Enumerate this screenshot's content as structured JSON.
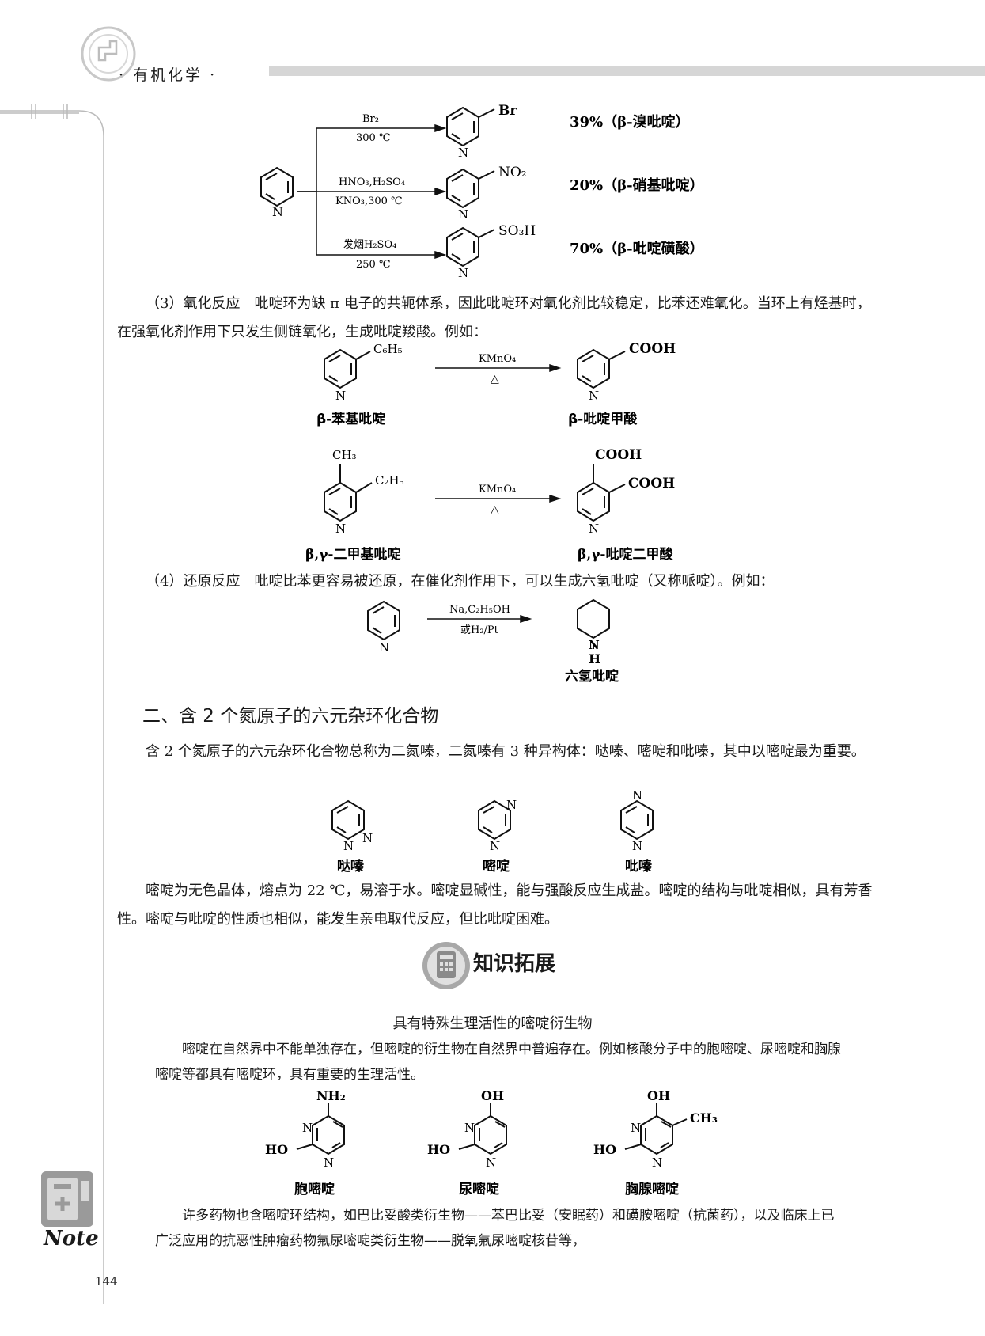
{
  "header": {
    "title": "· 有机化学 ·"
  },
  "page_number": "144",
  "note_label": "Note",
  "reaction1": {
    "conditions": [
      {
        "top": "Br₂",
        "bottom": "300 ℃"
      },
      {
        "top": "HNO₃,H₂SO₄",
        "bottom": "KNO₃,300 ℃"
      },
      {
        "top": "发烟H₂SO₄",
        "bottom": "250 ℃"
      }
    ],
    "substituents": [
      "Br",
      "NO₂",
      "SO₃H"
    ],
    "yields": [
      "39%（β-溴吡啶）",
      "20%（β-硝基吡啶）",
      "70%（β-吡啶磺酸）"
    ]
  },
  "oxidation_para": "（3）氧化反应　吡啶环为缺 π 电子的共轭体系，因此吡啶环对氧化剂比较稳定，比苯还难氧化。当环上有烃基时，在强氧化剂作用下只发生侧链氧化，生成吡啶羧酸。例如：",
  "oxidation": {
    "reagent_top": "KMnO₄",
    "reagent_bottom": "△",
    "r1_sub": "C₆H₅",
    "r1_prod_sub": "COOH",
    "r1_start_label": "β-苯基吡啶",
    "r1_prod_label": "β-吡啶甲酸",
    "r2_sub_top": "CH₃",
    "r2_sub_side": "C₂H₅",
    "r2_prod_top": "COOH",
    "r2_prod_side": "COOH",
    "r2_start_label": "β,γ-二甲基吡啶",
    "r2_prod_label": "β,γ-吡啶二甲酸"
  },
  "reduction_para": "（4）还原反应　吡啶比苯更容易被还原，在催化剂作用下，可以生成六氢吡啶（又称哌啶）。例如：",
  "reduction": {
    "reagent_top": "Na,C₂H₅OH",
    "reagent_bottom": "或H₂/Pt",
    "product_h": "H",
    "product_label": "六氢吡啶"
  },
  "section2_title": "二、含 2 个氮原子的六元杂环化合物",
  "section2_para": "含 2 个氮原子的六元杂环化合物总称为二氮嗪，二氮嗪有 3 种异构体：哒嗪、嘧啶和吡嗪，其中以嘧啶最为重要。",
  "diazines": [
    "哒嗪",
    "嘧啶",
    "吡嗪"
  ],
  "pyrimidine_para": "嘧啶为无色晶体，熔点为 22 ℃，易溶于水。嘧啶显碱性，能与强酸反应生成盐。嘧啶的结构与吡啶相似，具有芳香性。嘧啶与吡啶的性质也相似，能发生亲电取代反应，但比吡啶困难。",
  "knowledge": {
    "banner": "知识拓展",
    "title": "具有特殊生理活性的嘧啶衍生物",
    "para1": "嘧啶在自然界中不能单独存在，但嘧啶的衍生物在自然界中普遍存在。例如核酸分子中的胞嘧啶、尿嘧啶和胸腺嘧啶等都具有嘧啶环，具有重要的生理活性。",
    "compounds": [
      {
        "top": "NH₂",
        "left": "HO",
        "side": "",
        "name": "胞嘧啶"
      },
      {
        "top": "OH",
        "left": "HO",
        "side": "",
        "name": "尿嘧啶"
      },
      {
        "top": "OH",
        "left": "HO",
        "side": "CH₃",
        "name": "胸腺嘧啶"
      }
    ],
    "para2": "许多药物也含嘧啶环结构，如巴比妥酸类衍生物——苯巴比妥（安眠药）和磺胺嘧啶（抗菌药），以及临床上已广泛应用的抗恶性肿瘤药物氟尿嘧啶类衍生物——脱氧氟尿嘧啶核苷等，"
  },
  "atom_labels": {
    "N": "N",
    "H": "H"
  }
}
